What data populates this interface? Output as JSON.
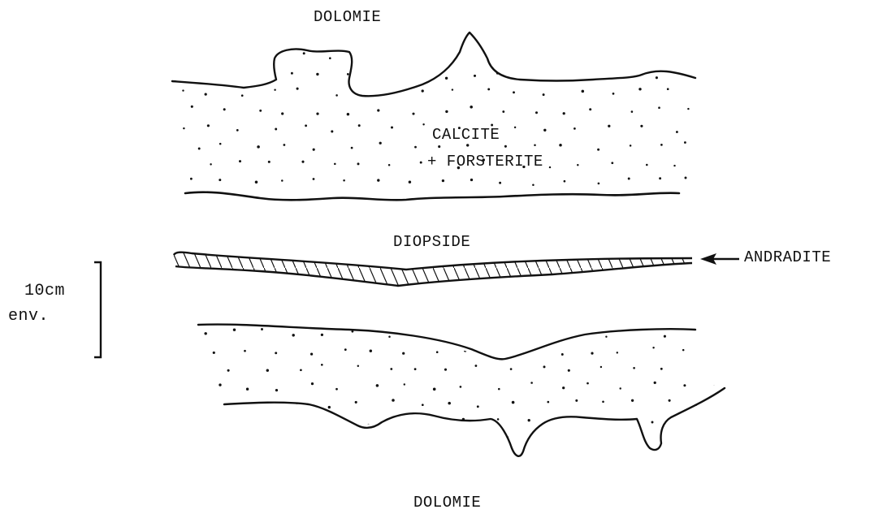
{
  "labels": {
    "dolomie_top": "DOLOMIE",
    "calcite": "CALCITE",
    "forsterite": "+ FORSTERITE",
    "diopside": "DIOPSIDE",
    "andradite": "ANDRADITE",
    "scale_value": "10cm",
    "scale_note": "env.",
    "dolomie_bottom": "DOLOMIE"
  },
  "colors": {
    "ink": "#111111",
    "background": "#ffffff"
  }
}
